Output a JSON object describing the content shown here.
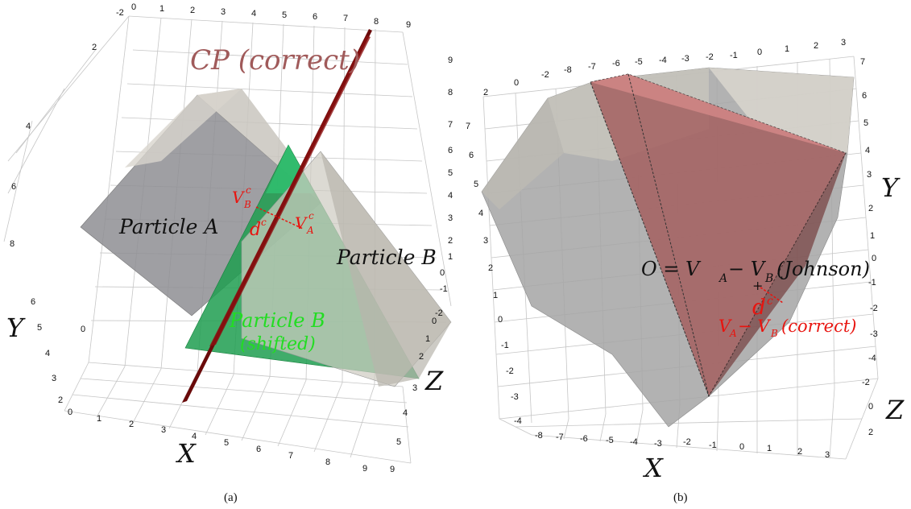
{
  "panel_a": {
    "caption": "(a)",
    "cp_label": "CP (correct)",
    "particle_a_label": "Particle A",
    "particle_b_label": "Particle B",
    "shifted_label_1": "Particle B",
    "shifted_label_2": "(shifted)",
    "vb_label": "V",
    "vb_sub": "B",
    "vb_sup": "c",
    "va_label": "V",
    "va_sub": "A",
    "va_sup": "c",
    "d_label": "d",
    "d_sup": "c",
    "axis_x": "X",
    "axis_y": "Y",
    "axis_z": "Z",
    "top_ticks": [
      "-2",
      "0",
      "1",
      "2",
      "3",
      "4",
      "5",
      "6",
      "7",
      "8",
      "9"
    ],
    "left_ticks": [
      "0",
      "2",
      "4",
      "6",
      "8"
    ],
    "right_ticks": [
      "9",
      "8",
      "7",
      "6",
      "5",
      "4",
      "3",
      "2",
      "1",
      "0",
      "-1",
      "-2"
    ],
    "y_ticks": [
      "6",
      "5",
      "4",
      "3",
      "2",
      "0"
    ],
    "x_ticks": [
      "1",
      "2",
      "3",
      "4",
      "5",
      "6",
      "7",
      "8",
      "9"
    ],
    "z_ticks": [
      "0",
      "1",
      "2",
      "3",
      "4",
      "5",
      "9"
    ]
  },
  "panel_b": {
    "caption": "(b)",
    "o_label": "O = V",
    "o_sub1": "A",
    "o_minus": " − V",
    "o_sub2": "B",
    "o_johnson": " (Johnson)",
    "d_label": "d",
    "d_sup": "c",
    "vv_label": "V",
    "vv_sub1": "A",
    "vv_minus": " − V",
    "vv_sub2": "B",
    "vv_correct": " (correct)",
    "axis_x": "X",
    "axis_y": "Y",
    "axis_z": "Z",
    "top_ticks": [
      "2",
      "0",
      "-2",
      "-8",
      "-7",
      "-6",
      "-5",
      "-4",
      "-3",
      "-2",
      "-1",
      "0",
      "1",
      "2",
      "3"
    ],
    "left_ticks": [
      "7",
      "6",
      "5",
      "4",
      "3",
      "2",
      "1",
      "0",
      "-1",
      "-2",
      "-3",
      "-4"
    ],
    "right_ticks": [
      "7",
      "6",
      "5",
      "4",
      "3",
      "2",
      "1",
      "0",
      "-1",
      "-2",
      "-3",
      "-4"
    ],
    "x_ticks": [
      "-8",
      "-7",
      "-6",
      "-5",
      "-4",
      "-3",
      "-2",
      "-1",
      "0",
      "1",
      "2",
      "3"
    ],
    "z_ticks": [
      "-2",
      "0",
      "2"
    ]
  },
  "colors": {
    "grey_particle": "#9c9c9c",
    "light_particle": "#d6d3cb",
    "green_particle": "#1a9a4a",
    "cp_plane": "#6a0a0a",
    "red_highlight": "#e8140f",
    "pink_tetra": "#b46a6a"
  }
}
